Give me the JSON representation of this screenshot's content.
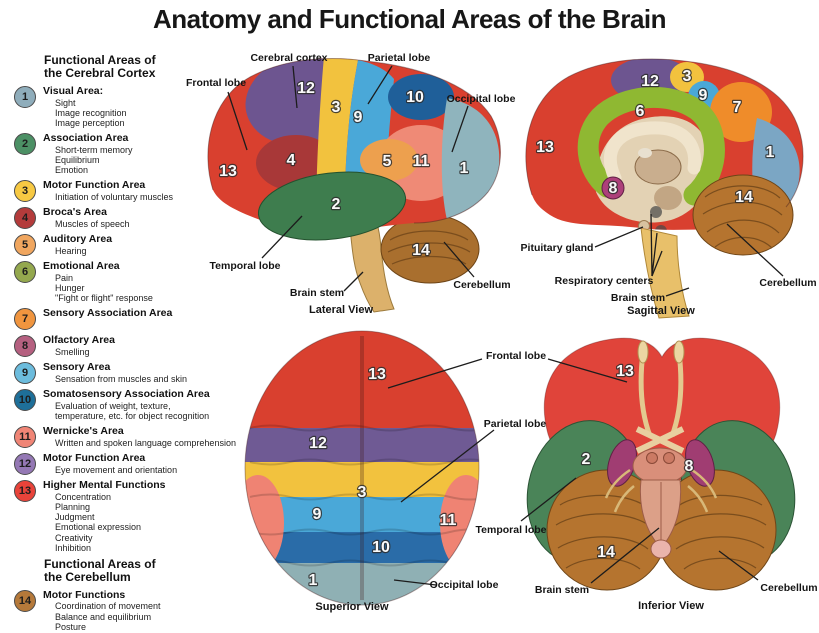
{
  "title": "Anatomy and Functional Areas of the Brain",
  "legend": {
    "cortex_header": "Functional Areas of\nthe Cerebral Cortex",
    "cerebellum_header": "Functional Areas of\nthe Cerebellum",
    "items": [
      {
        "number": "1",
        "color": "#8fadbb",
        "name": "Visual Area:",
        "details": [
          "Sight",
          "Image recognition",
          "Image perception"
        ]
      },
      {
        "number": "2",
        "color": "#4c9065",
        "name": "Association Area",
        "details": [
          "Short-term memory",
          "Equilibrium",
          "Emotion"
        ]
      },
      {
        "number": "3",
        "color": "#f7c943",
        "name": "Motor Function Area",
        "details": [
          "Initiation of voluntary muscles"
        ]
      },
      {
        "number": "4",
        "color": "#b43b3b",
        "name": "Broca's Area",
        "details": [
          "Muscles of speech"
        ]
      },
      {
        "number": "5",
        "color": "#f0a65f",
        "name": "Auditory Area",
        "details": [
          "Hearing"
        ]
      },
      {
        "number": "6",
        "color": "#94a84e",
        "name": "Emotional Area",
        "details": [
          "Pain",
          "Hunger",
          "\"Fight or flight\" response"
        ]
      },
      {
        "number": "7",
        "color": "#f0953f",
        "name": "Sensory Association Area",
        "details": []
      },
      {
        "number": "8",
        "color": "#b56080",
        "name": "Olfactory Area",
        "details": [
          "Smelling"
        ]
      },
      {
        "number": "9",
        "color": "#6cbcdd",
        "name": "Sensory Area",
        "details": [
          "Sensation from muscles and skin"
        ]
      },
      {
        "number": "10",
        "color": "#1e6f99",
        "name": "Somatosensory Association Area",
        "details": [
          "Evaluation of weight, texture,",
          "temperature, etc. for object recognition"
        ]
      },
      {
        "number": "11",
        "color": "#f08576",
        "name": "Wernicke's Area",
        "details": [
          "Written and spoken language comprehension"
        ]
      },
      {
        "number": "12",
        "color": "#9478b4",
        "name": "Motor Function Area",
        "details": [
          "Eye movement and orientation"
        ]
      },
      {
        "number": "13",
        "color": "#e8433a",
        "name": "Higher Mental Functions",
        "details": [
          "Concentration",
          "Planning",
          "Judgment",
          "Emotional expression",
          "Creativity",
          "Inhibition"
        ]
      },
      {
        "number": "14",
        "color": "#b5793a",
        "name": "Motor Functions",
        "details": [
          "Coordination of movement",
          "Balance and equilibrium",
          "Posture"
        ]
      }
    ]
  },
  "views": {
    "lateral": {
      "caption": "Lateral View",
      "labels": {
        "frontal": "Frontal lobe",
        "cortex": "Cerebral cortex",
        "parietal": "Parietal lobe",
        "occipital": "Occipital lobe",
        "temporal": "Temporal lobe",
        "brainstem": "Brain stem",
        "cerebellum": "Cerebellum"
      },
      "numbers": [
        "13",
        "12",
        "4",
        "3",
        "9",
        "10",
        "5",
        "11",
        "1",
        "2",
        "14"
      ]
    },
    "sagittal": {
      "caption": "Sagittal View",
      "labels": {
        "pituitary": "Pituitary gland",
        "respiratory": "Respiratory centers",
        "brainstem": "Brain stem",
        "cerebellum": "Cerebellum"
      },
      "numbers": [
        "13",
        "12",
        "6",
        "3",
        "9",
        "7",
        "1",
        "8",
        "14"
      ]
    },
    "superior": {
      "caption": "Superior View",
      "labels": {
        "frontal": "Frontal lobe",
        "parietal": "Parietal lobe",
        "occipital": "Occipital lobe"
      },
      "numbers": [
        "13",
        "12",
        "3",
        "9",
        "10",
        "11",
        "1"
      ]
    },
    "inferior": {
      "caption": "Inferior View",
      "labels": {
        "temporal": "Temporal lobe",
        "brainstem": "Brain stem",
        "cerebellum": "Cerebellum"
      },
      "numbers": [
        "13",
        "2",
        "8",
        "14"
      ]
    }
  }
}
